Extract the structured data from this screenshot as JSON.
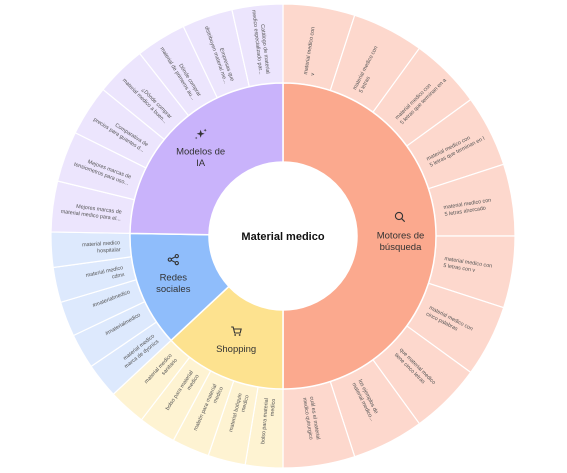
{
  "center": {
    "title": "Material medico"
  },
  "categories": [
    {
      "key": "motores",
      "label_lines": [
        "Motores de",
        "búsqueda"
      ],
      "icon": "search-icon",
      "inner_color": "#fba98e",
      "outer_color": "#fdd8cd",
      "leaves": [
        [
          "material medico con",
          "v"
        ],
        [
          "material medico con",
          "5 letras"
        ],
        [
          "material medico con",
          "5 letras que terminan en a"
        ],
        [
          "material medico con",
          "5 letras que terminan en l"
        ],
        [
          "material medico con",
          "5 letras ahorcado"
        ],
        [
          "material medico con",
          "5 letras con v"
        ],
        [
          "material medico con",
          "cinco palabras"
        ],
        [
          "que material medico",
          "tiene cinco letras"
        ],
        [
          "los ejemplos de",
          "material medico..."
        ],
        [
          "cuál es el material",
          "medico quirurgico"
        ]
      ]
    },
    {
      "key": "shopping",
      "label_lines": [
        "Shopping"
      ],
      "icon": "cart-icon",
      "inner_color": "#fde28f",
      "outer_color": "#fef3d2",
      "leaves": [
        [
          "bolso para material",
          "medico"
        ],
        [
          "material botiquin",
          "medico"
        ],
        [
          "maletin para material",
          "medico"
        ],
        [
          "bolso para material",
          "medico"
        ],
        [
          "material medico",
          "sanitario"
        ]
      ]
    },
    {
      "key": "redes",
      "label_lines": [
        "Redes",
        "sociales"
      ],
      "icon": "share-icon",
      "inner_color": "#8fbdfb",
      "outer_color": "#dde9fd",
      "leaves": [
        [
          "material medico",
          "marca de dyonics"
        ],
        [
          "#materialmedico",
          ""
        ],
        [
          "#materialmedico",
          ""
        ],
        [
          "material medico",
          "cdmx"
        ],
        [
          "material medico",
          "hospitalar"
        ]
      ]
    },
    {
      "key": "modelos",
      "label_lines": [
        "Modelos de",
        "IA"
      ],
      "icon": "sparkle-icon",
      "inner_color": "#c9b3fb",
      "outer_color": "#ece5fd",
      "leaves": [
        [
          "Mejores marcas de",
          "material medico para el..."
        ],
        [
          "Mejores marcas de",
          "tensiometros para uso..."
        ],
        [
          "Comparativa de",
          "precios para guantes d..."
        ],
        [
          "¿Dónde comprar",
          "material medico a buen..."
        ],
        [
          "Dónde comprar",
          "material de primeros au..."
        ],
        [
          "Empresas que",
          "distribuyen material me..."
        ],
        [
          "Catálogo de material",
          "medico especializado par..."
        ]
      ]
    }
  ]
}
